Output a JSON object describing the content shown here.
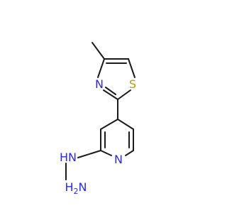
{
  "molecule": {
    "atoms": {
      "sulfur": "S",
      "thiazole_n": "N",
      "pyridine_n": "N",
      "hydrazine_nh": "HN",
      "hydrazine_nh2": "H2N"
    },
    "colors": {
      "bond": "#1a1a1a",
      "nitrogen": "#2a2ae6",
      "sulfur": "#b3a100",
      "background": "#ffffff"
    }
  }
}
